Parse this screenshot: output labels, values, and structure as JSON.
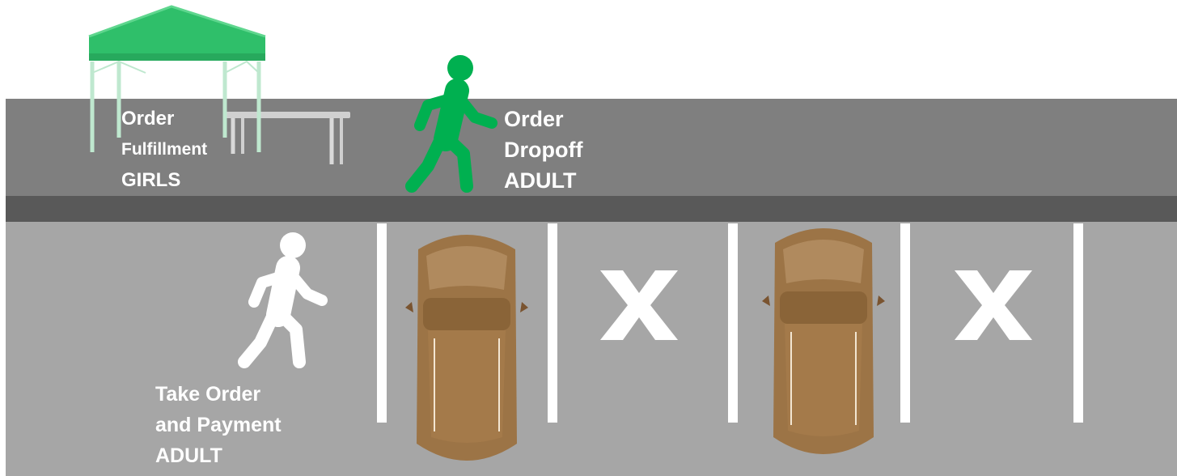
{
  "colors": {
    "sidewalk": "#7f7f7f",
    "curb": "#595959",
    "parking_lot": "#a6a6a6",
    "tent": "#2fbf6a",
    "dropoff_walker": "#00b050",
    "order_walker": "#ffffff",
    "car": "#9c7446",
    "label_text": "#ffffff"
  },
  "icons": [
    "tent-icon",
    "table-icon",
    "walking-person-icon",
    "car-icon",
    "x-mark-icon"
  ],
  "fulfillment": {
    "line1": "Order",
    "line2": "Fulfillment",
    "line3": "GIRLS"
  },
  "dropoff": {
    "line1": "Order",
    "line2": "Dropoff",
    "line3": "ADULT"
  },
  "take_order": {
    "line1": "Take Order",
    "line2": "and Payment",
    "line3": "ADULT"
  },
  "parking_spaces": [
    {
      "status": "car"
    },
    {
      "status": "x"
    },
    {
      "status": "car"
    },
    {
      "status": "x"
    }
  ],
  "x_mark": "X"
}
